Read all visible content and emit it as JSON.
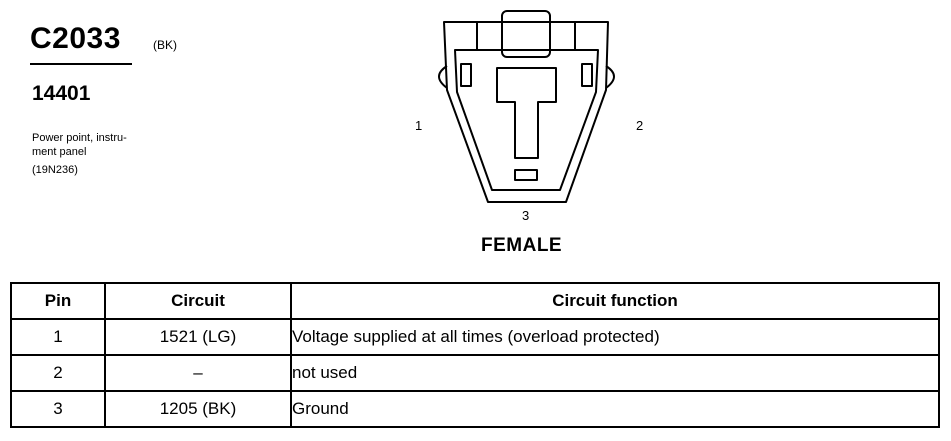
{
  "header": {
    "connector_id": "C2033",
    "color_code": "(BK)",
    "part_number": "14401",
    "description_lines": [
      "Power point, instru-",
      "ment panel",
      "(19N236)"
    ]
  },
  "diagram": {
    "pin_labels": [
      "1",
      "2",
      "3"
    ],
    "view": "FEMALE"
  },
  "pin_table": {
    "headers": [
      "Pin",
      "Circuit",
      "Circuit function"
    ],
    "rows": [
      {
        "pin": "1",
        "circuit": "1521 (LG)",
        "function": "Voltage supplied at all times (overload protected)"
      },
      {
        "pin": "2",
        "circuit": "–",
        "function": "not used"
      },
      {
        "pin": "3",
        "circuit": "1205 (BK)",
        "function": "Ground"
      }
    ]
  }
}
